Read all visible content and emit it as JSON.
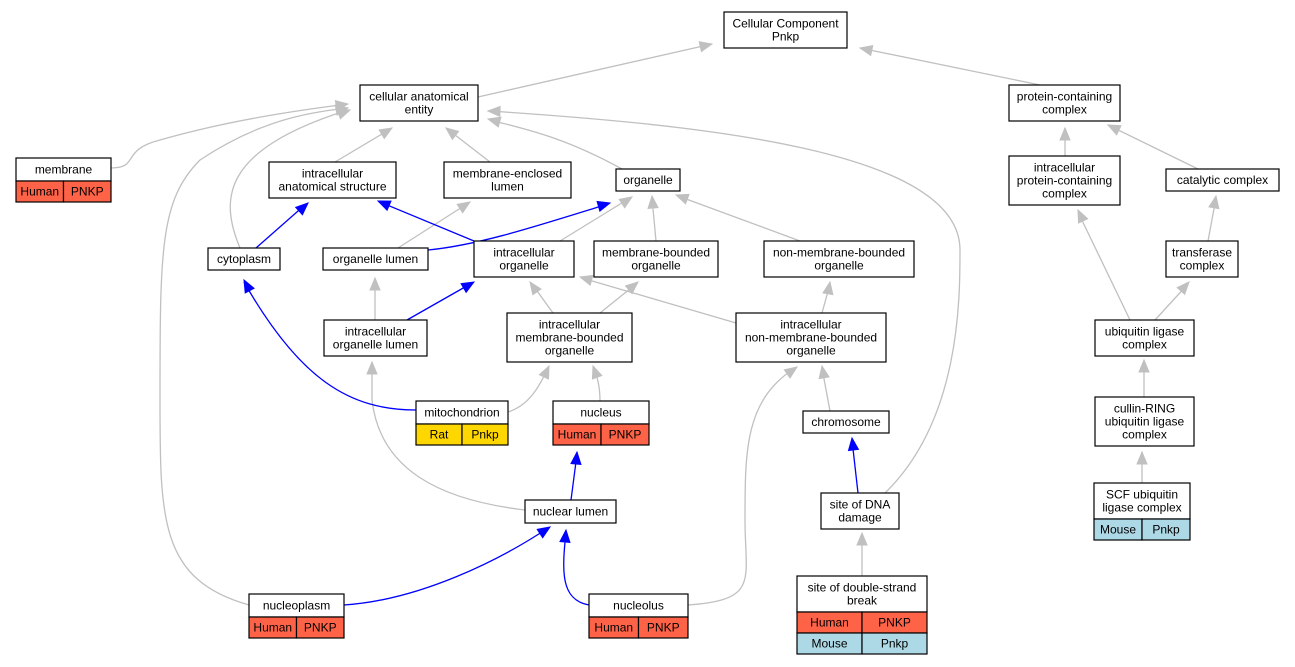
{
  "colors": {
    "human": "#ff6347",
    "rat": "#ffd700",
    "mouse": "#add8e6",
    "gray_edge": "#c0c0c0",
    "blue_edge": "#0000ff"
  },
  "nodes": {
    "cc": {
      "lines": [
        "Cellular Component",
        "Pnkp"
      ]
    },
    "cae": {
      "lines": [
        "cellular anatomical",
        "entity"
      ]
    },
    "pcc": {
      "lines": [
        "protein-containing",
        "complex"
      ]
    },
    "mem": {
      "lines": [
        "membrane"
      ],
      "rows": [
        [
          "Human",
          "PNKP"
        ]
      ]
    },
    "ias": {
      "lines": [
        "intracellular",
        "anatomical structure"
      ]
    },
    "mel": {
      "lines": [
        "membrane-enclosed",
        "lumen"
      ]
    },
    "org": {
      "lines": [
        "organelle"
      ]
    },
    "ipcc": {
      "lines": [
        "intracellular",
        "protein-containing",
        "complex"
      ]
    },
    "catc": {
      "lines": [
        "catalytic complex"
      ]
    },
    "cyto": {
      "lines": [
        "cytoplasm"
      ]
    },
    "orgl": {
      "lines": [
        "organelle lumen"
      ]
    },
    "io": {
      "lines": [
        "intracellular",
        "organelle"
      ]
    },
    "mbo": {
      "lines": [
        "membrane-bounded",
        "organelle"
      ]
    },
    "nmbo": {
      "lines": [
        "non-membrane-bounded",
        "organelle"
      ]
    },
    "trc": {
      "lines": [
        "transferase",
        "complex"
      ]
    },
    "iol": {
      "lines": [
        "intracellular",
        "organelle lumen"
      ]
    },
    "imbo": {
      "lines": [
        "intracellular",
        "membrane-bounded",
        "organelle"
      ]
    },
    "inmbo": {
      "lines": [
        "intracellular",
        "non-membrane-bounded",
        "organelle"
      ]
    },
    "ulc": {
      "lines": [
        "ubiquitin ligase",
        "complex"
      ]
    },
    "mito": {
      "lines": [
        "mitochondrion"
      ],
      "rows": [
        [
          "Rat",
          "Pnkp"
        ]
      ]
    },
    "nuc": {
      "lines": [
        "nucleus"
      ],
      "rows": [
        [
          "Human",
          "PNKP"
        ]
      ]
    },
    "chr": {
      "lines": [
        "chromosome"
      ]
    },
    "crl": {
      "lines": [
        "cullin-RING",
        "ubiquitin ligase",
        "complex"
      ]
    },
    "nl": {
      "lines": [
        "nuclear lumen"
      ]
    },
    "sdd": {
      "lines": [
        "site of DNA",
        "damage"
      ]
    },
    "scf": {
      "lines": [
        "SCF ubiquitin",
        "ligase complex"
      ],
      "rows": [
        [
          "Mouse",
          "Pnkp"
        ]
      ]
    },
    "nucp": {
      "lines": [
        "nucleoplasm"
      ],
      "rows": [
        [
          "Human",
          "PNKP"
        ]
      ]
    },
    "nucl": {
      "lines": [
        "nucleolus"
      ],
      "rows": [
        [
          "Human",
          "PNKP"
        ]
      ]
    },
    "sdsb": {
      "lines": [
        "site of double-strand",
        "break"
      ],
      "rows": [
        [
          "Human",
          "PNKP"
        ],
        [
          "Mouse",
          "Pnkp"
        ]
      ]
    }
  }
}
